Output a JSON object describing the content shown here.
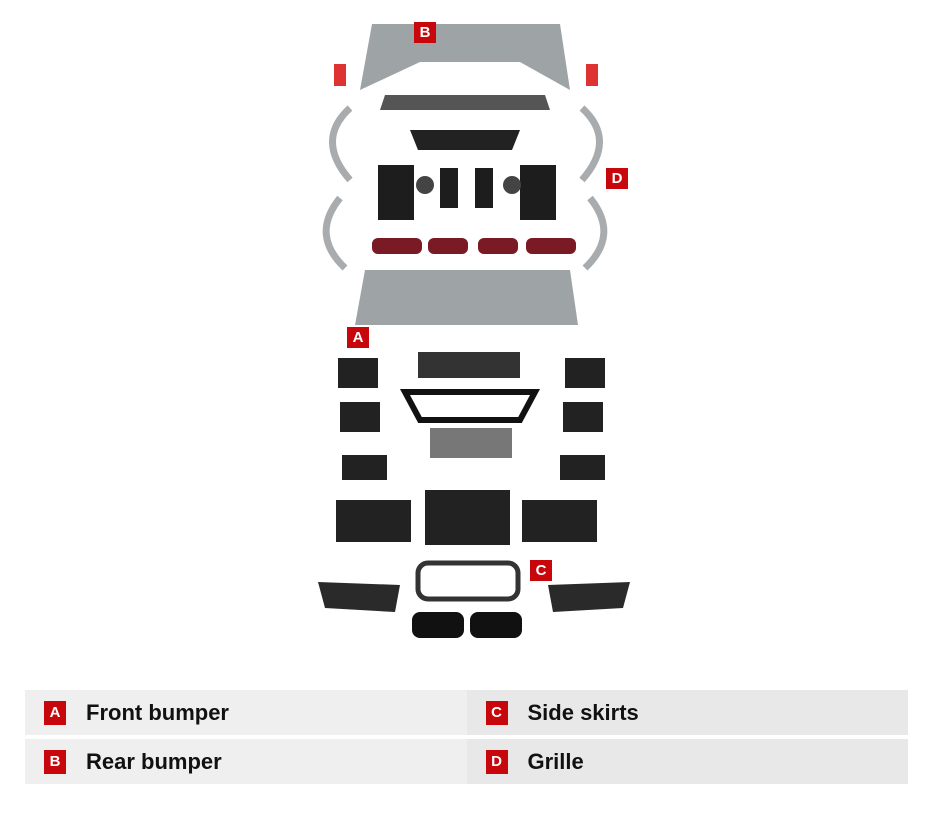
{
  "image_markers": {
    "a": "A",
    "b": "B",
    "c": "C",
    "d": "D"
  },
  "legend": [
    {
      "key": "A",
      "label": "Front bumper"
    },
    {
      "key": "C",
      "label": "Side skirts"
    },
    {
      "key": "B",
      "label": "Rear bumper"
    },
    {
      "key": "D",
      "label": "Grille"
    }
  ],
  "colors": {
    "marker": "#c8070d",
    "cell_left": "#efefef",
    "cell_right": "#e8e8e8"
  }
}
